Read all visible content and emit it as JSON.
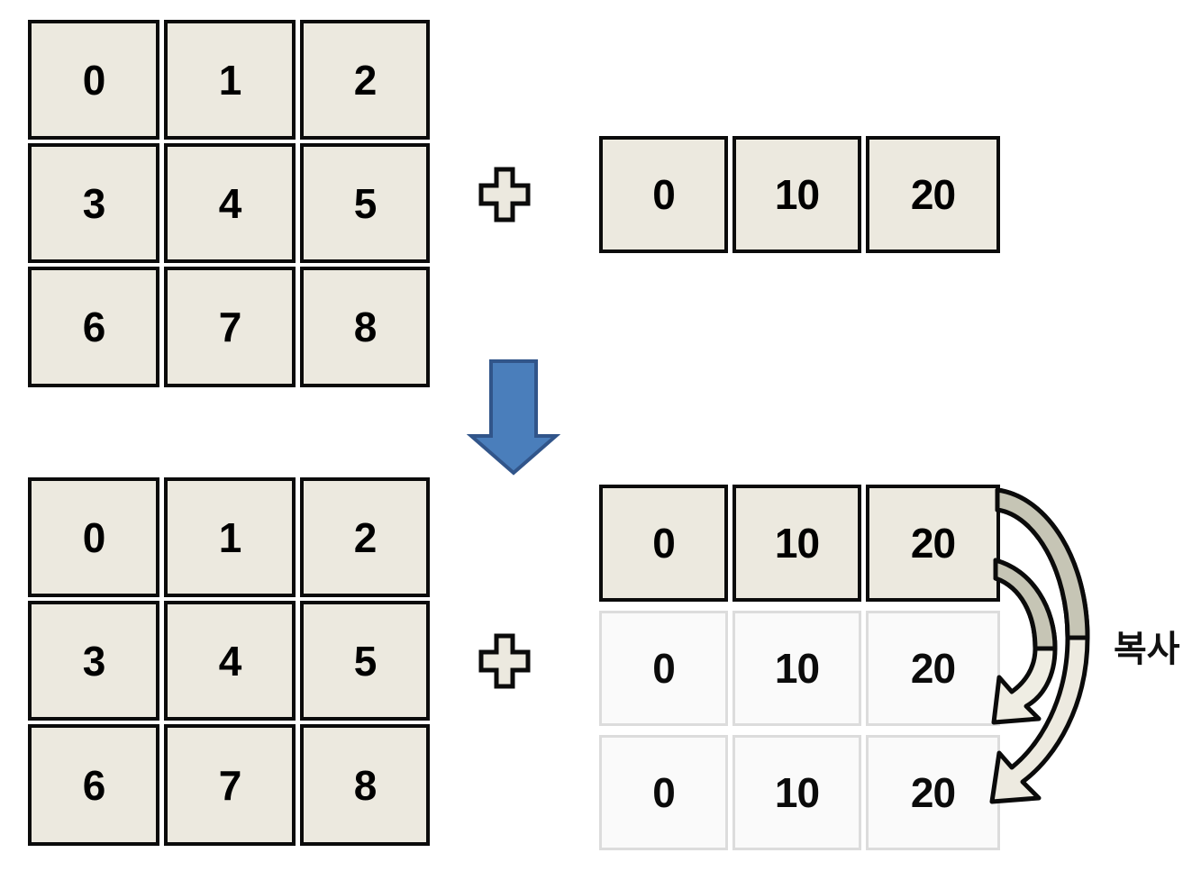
{
  "diagram": {
    "title_semantic": "numpy-broadcasting-row-vector",
    "colors": {
      "cell_fill": "#ECE9DF",
      "cell_border": "#0b0b0b",
      "ghost_fill": "#FAFAFA",
      "ghost_border": "#DCDCDC",
      "arrow_blue_fill": "#4A7EBB",
      "arrow_blue_border": "#31558A",
      "curve_arrow_fill_upper": "#C6C5B5",
      "curve_arrow_fill_lower": "#EDEAE0",
      "curve_arrow_stroke": "#000000",
      "text": "#000000",
      "background": "#FFFFFF"
    },
    "top": {
      "matrix": {
        "rows": [
          [
            "0",
            "1",
            "2"
          ],
          [
            "3",
            "4",
            "5"
          ],
          [
            "6",
            "7",
            "8"
          ]
        ]
      },
      "operator": "+",
      "operator_icon": "plus-icon",
      "row_vector": [
        "0",
        "10",
        "20"
      ]
    },
    "transition": {
      "icon": "down-arrow-icon"
    },
    "bottom": {
      "matrix": {
        "rows": [
          [
            "0",
            "1",
            "2"
          ],
          [
            "3",
            "4",
            "5"
          ],
          [
            "6",
            "7",
            "8"
          ]
        ]
      },
      "operator": "+",
      "operator_icon": "plus-icon",
      "broadcast": {
        "rows": [
          {
            "values": [
              "0",
              "10",
              "20"
            ],
            "style": "solid"
          },
          {
            "values": [
              "0",
              "10",
              "20"
            ],
            "style": "ghost"
          },
          {
            "values": [
              "0",
              "10",
              "20"
            ],
            "style": "ghost"
          }
        ]
      },
      "annotation": {
        "label": "복사",
        "icon": "curved-copy-arrow-icon",
        "arrow_count": 2
      }
    }
  }
}
